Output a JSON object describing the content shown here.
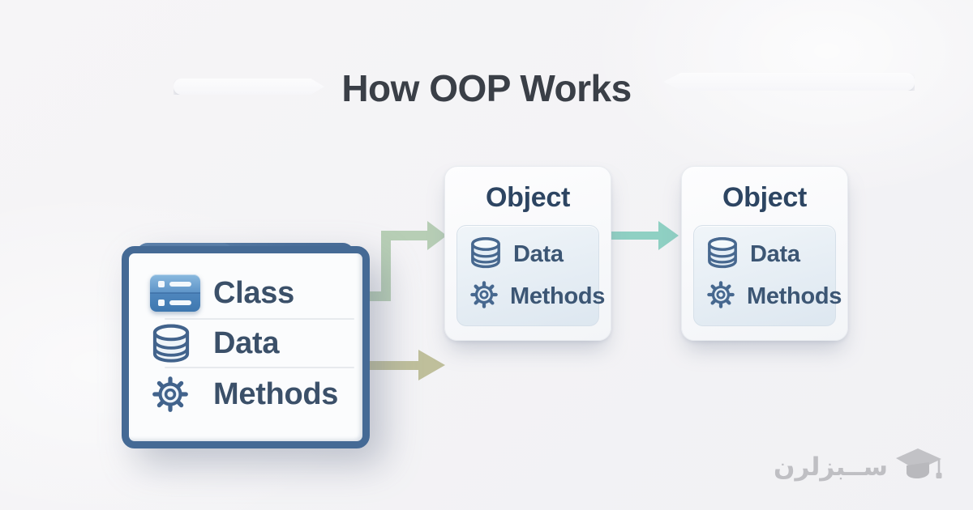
{
  "title": "How OOP Works",
  "class_folder": {
    "rows": [
      {
        "icon": "class-icon",
        "label": "Class"
      },
      {
        "icon": "database-icon",
        "label": "Data"
      },
      {
        "icon": "gear-icon",
        "label": "Methods"
      }
    ]
  },
  "objects": [
    {
      "title": "Object",
      "rows": [
        {
          "icon": "database-icon",
          "label": "Data"
        },
        {
          "icon": "gear-icon",
          "label": "Methods"
        }
      ]
    },
    {
      "title": "Object",
      "rows": [
        {
          "icon": "database-icon",
          "label": "Data"
        },
        {
          "icon": "gear-icon",
          "label": "Methods"
        }
      ]
    }
  ],
  "arrows": [
    {
      "name": "class-to-object-1-elbow-arrow",
      "color": "#b7ceb5"
    },
    {
      "name": "class-instantiation-arrow",
      "color": "#bfbf9b"
    },
    {
      "name": "object-1-to-object-2-arrow",
      "color": "#8fd0c3"
    }
  ],
  "watermark": {
    "brand_text": "ســبزلرن",
    "icon": "graduation-cap-icon",
    "color": "#c0c0c4"
  },
  "colors": {
    "background": "#f4f4f6",
    "title_text": "#3a3f47",
    "folder_blue": "#4a6e99",
    "folder_blue_dark": "#3f628d",
    "folder_label_text": "#3b5069",
    "object_title_text": "#2d4562",
    "card_bg": "#f8fafc",
    "panel_bg": "#e6eef5",
    "icon_stroke": "#47688f"
  }
}
